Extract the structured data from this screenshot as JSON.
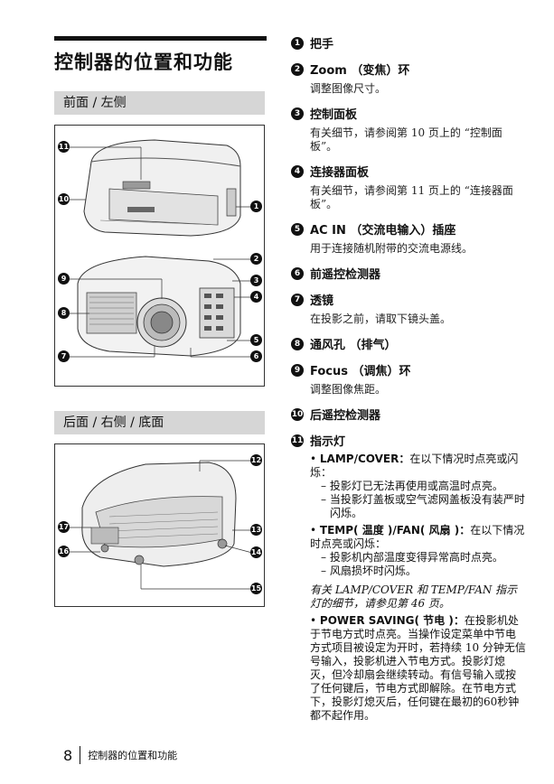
{
  "page": {
    "title": "控制器的位置和功能",
    "page_number": "8",
    "footer_text": "控制器的位置和功能"
  },
  "sections": {
    "front": "前面 / 左侧",
    "back": "后面 / 右侧 / 底面"
  },
  "callouts_front": [
    "11",
    "10",
    "1",
    "2",
    "9",
    "3",
    "4",
    "8",
    "5",
    "7",
    "6"
  ],
  "callouts_back": [
    "12",
    "17",
    "16",
    "13",
    "14",
    "15"
  ],
  "items": [
    {
      "n": "1",
      "title": "把手",
      "desc": ""
    },
    {
      "n": "2",
      "title": "Zoom （变焦）环",
      "desc": "调整图像尺寸。"
    },
    {
      "n": "3",
      "title": "控制面板",
      "desc": "有关细节，请参阅第 10 页上的 “控制面板”。"
    },
    {
      "n": "4",
      "title": "连接器面板",
      "desc": "有关细节，请参阅第 11 页上的 “连接器面板”。"
    },
    {
      "n": "5",
      "title": "AC IN （交流电输入）插座",
      "desc": "用于连接随机附带的交流电源线。"
    },
    {
      "n": "6",
      "title": "前遥控检测器",
      "desc": ""
    },
    {
      "n": "7",
      "title": "透镜",
      "desc": "在投影之前，请取下镜头盖。"
    },
    {
      "n": "8",
      "title": "通风孔 （排气）",
      "desc": ""
    },
    {
      "n": "9",
      "title": "Focus （调焦）环",
      "desc": "调整图像焦距。"
    },
    {
      "n": "10",
      "title": "后遥控检测器",
      "desc": ""
    },
    {
      "n": "11",
      "title": "指示灯",
      "desc": ""
    }
  ],
  "indicator": {
    "lamp_label": "LAMP/COVER：",
    "lamp_text": "在以下情况时点亮或闪烁：",
    "lamp_subs": [
      "– 投影灯已无法再使用或高温时点亮。",
      "– 当投影灯盖板或空气滤网盖板没有装严时闪烁。"
    ],
    "temp_label": "TEMP( 温度 )/FAN( 风扇 )：",
    "temp_text": "在以下情况时点亮或闪烁：",
    "temp_subs": [
      "– 投影机内部温度变得异常高时点亮。",
      "– 风扇损坏时闪烁。"
    ],
    "note": "有关 LAMP/COVER 和 TEMP/FAN 指示灯的细节，请参见第 46 页。",
    "power_label": "POWER SAVING( 节电 )：",
    "power_text": "在投影机处于节电方式时点亮。当操作设定菜单中节电方式项目被设定为开时，若持续 10 分钟无信号输入，投影机进入节电方式。投影灯熄灭，但冷却扇会继续转动。有信号输入或按了任何键后，节电方式即解除。在节电方式下，投影灯熄灭后，任何键在最初的60秒钟都不起作用。"
  }
}
